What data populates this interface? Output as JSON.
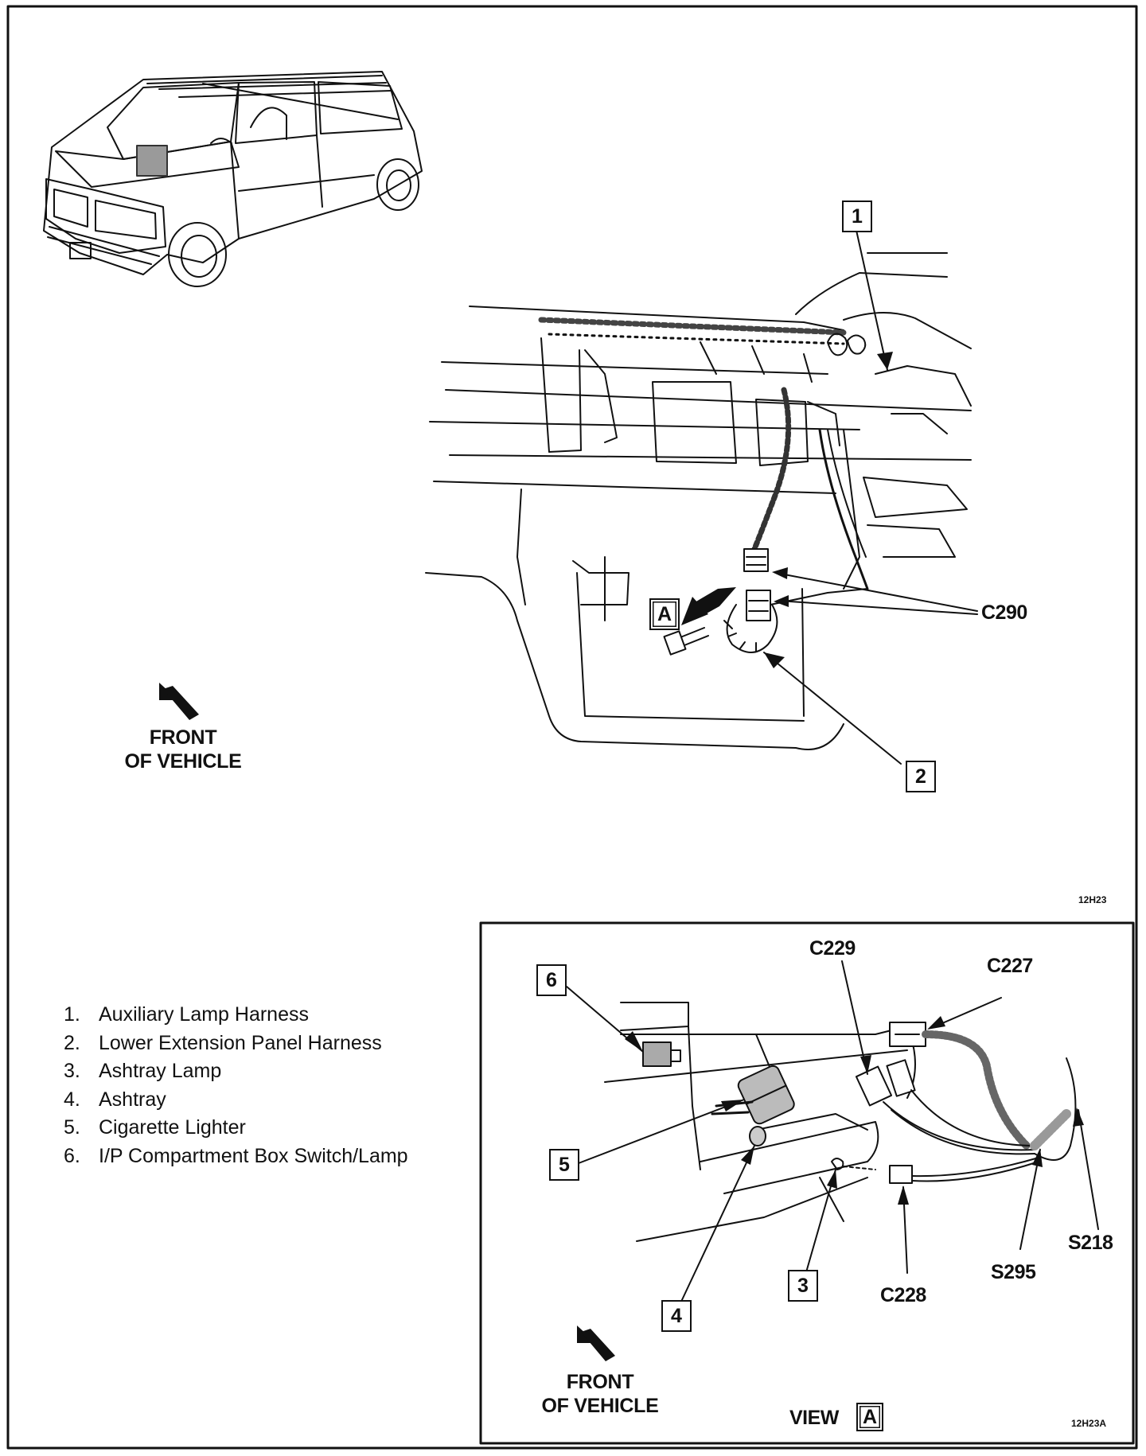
{
  "main_view": {
    "callouts": {
      "c1": "1",
      "c2": "2",
      "view_a": "A"
    },
    "connector_c290": "C290",
    "front_label": {
      "line1": "FRONT",
      "line2": "OF VEHICLE"
    },
    "figure_code": "12H23"
  },
  "legend": [
    {
      "num": "1.",
      "text": "Auxiliary Lamp Harness"
    },
    {
      "num": "2.",
      "text": "Lower Extension Panel Harness"
    },
    {
      "num": "3.",
      "text": "Ashtray Lamp"
    },
    {
      "num": "4.",
      "text": "Ashtray"
    },
    {
      "num": "5.",
      "text": "Cigarette Lighter"
    },
    {
      "num": "6.",
      "text": "I/P Compartment Box Switch/Lamp"
    }
  ],
  "view_a_detail": {
    "callouts": {
      "c3": "3",
      "c4": "4",
      "c5": "5",
      "c6": "6"
    },
    "connectors": {
      "c229": "C229",
      "c227": "C227",
      "c228": "C228",
      "s295": "S295",
      "s218": "S218"
    },
    "front_label": {
      "line1": "FRONT",
      "line2": "OF VEHICLE"
    },
    "view_label": "VIEW",
    "view_box": "A",
    "figure_code": "12H23A"
  }
}
